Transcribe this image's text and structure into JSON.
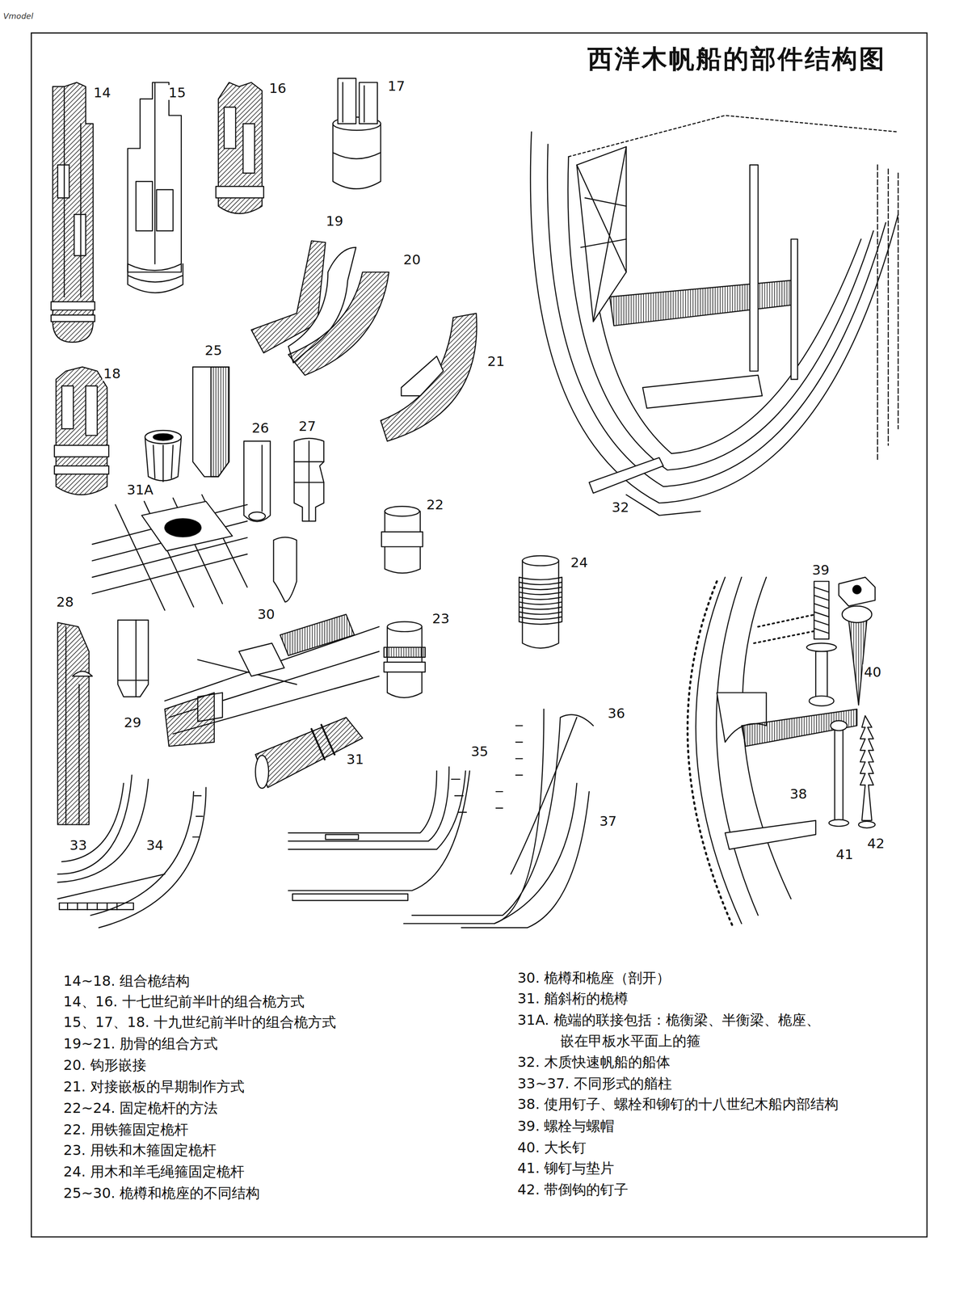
{
  "diagram": {
    "title": "西洋木帆船的部件结构图",
    "labels": [
      "Vmodel",
      "14",
      "15",
      "16",
      "17",
      "19",
      "20",
      "21",
      "18",
      "25",
      "26",
      "27",
      "31A",
      "22",
      "32",
      "24",
      "28",
      "30",
      "23",
      "39",
      "40",
      "29",
      "36",
      "35",
      "31",
      "38",
      "37",
      "42",
      "33",
      "34",
      "41",
      "14~18. 组合桅结构",
      "14、16. 十七世纪前半叶的组合桅方式",
      "15、17、18. 十九世纪前半叶的组合桅方式",
      "19~21. 肋骨的组合方式",
      "20. 钩形嵌接",
      "21. 对接嵌板的早期制作方式",
      "22~24. 固定桅杆的方法",
      "22. 用铁箍固定桅杆",
      "23. 用铁和木箍固定桅杆",
      "24. 用木和羊毛绳箍固定桅杆",
      "25~30. 桅樽和桅座的不同结构",
      "30. 桅樽和桅座（剖开）",
      "31. 艏斜桁的桅樽",
      "31A. 桅端的联接包括：桅衡梁、半衡梁、桅座、嵌在甲板水平面上的箍",
      "32. 木质快速帆船的船体",
      "33~37. 不同形式的艏柱",
      "38. 使用钉子、螺栓和铆钉的十八世纪木船内部结构",
      "39. 螺栓与螺帽",
      "40. 大长钉",
      "41. 铆钉与垫片",
      "42. 带倒钩的钉子"
    ]
  }
}
